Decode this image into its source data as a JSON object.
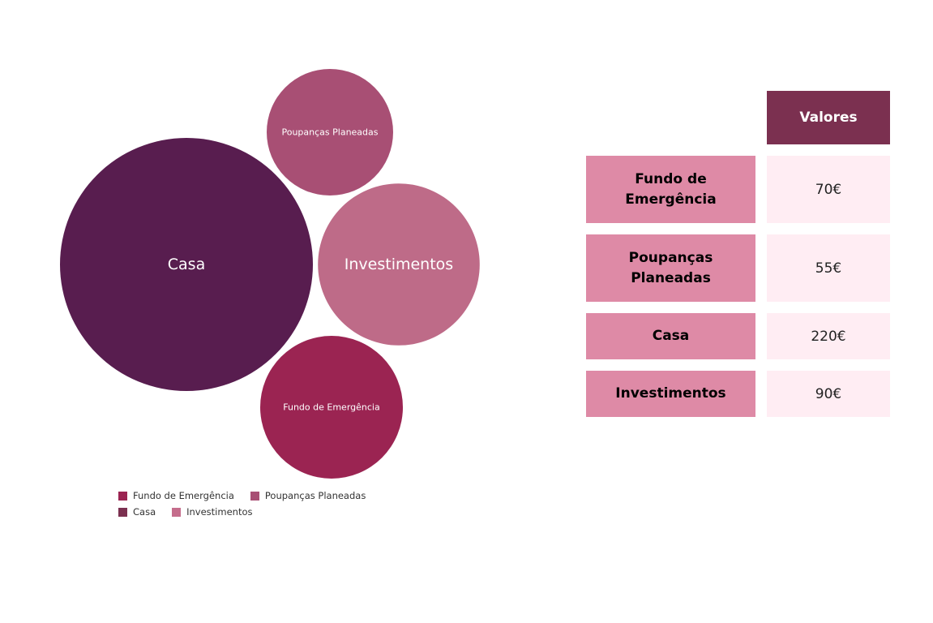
{
  "chart_data": {
    "type": "bubble",
    "title": "",
    "categories": [
      "Fundo de Emergência",
      "Poupanças Planeadas",
      "Casa",
      "Investimentos"
    ],
    "values": [
      70,
      55,
      220,
      90
    ],
    "colors": [
      "#9b2452",
      "#a84f74",
      "#581d4f",
      "#be6b88"
    ],
    "legend_colors": [
      "#9b2452",
      "#a84f74",
      "#7b3050",
      "#c56d8c"
    ],
    "legend_position": "bottom-left"
  },
  "table": {
    "header": "Valores",
    "rows": [
      {
        "label": "Fundo de Emergência",
        "value": "70€"
      },
      {
        "label": "Poupanças Planeadas",
        "value": "55€"
      },
      {
        "label": "Casa",
        "value": "220€"
      },
      {
        "label": "Investimentos",
        "value": "90€"
      }
    ]
  }
}
